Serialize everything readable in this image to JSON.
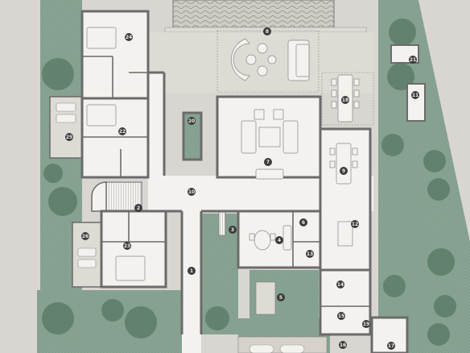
{
  "plan": {
    "colors": {
      "background": "#d9d6d1",
      "garden": "#8aa595",
      "tree": "#5e7e6b",
      "wall": "#6b6b6b",
      "floor": "#f4f2ee",
      "terrace": "#dedbd5",
      "water": "#cfccc6",
      "marker": "#3b3b3b"
    },
    "room_markers": [
      "1",
      "2",
      "3",
      "4",
      "5",
      "6",
      "7",
      "8",
      "9",
      "10",
      "11",
      "12",
      "13",
      "14",
      "15",
      "16",
      "17",
      "18",
      "19",
      "20",
      "21",
      "22",
      "23",
      "24",
      "25",
      "26"
    ]
  }
}
